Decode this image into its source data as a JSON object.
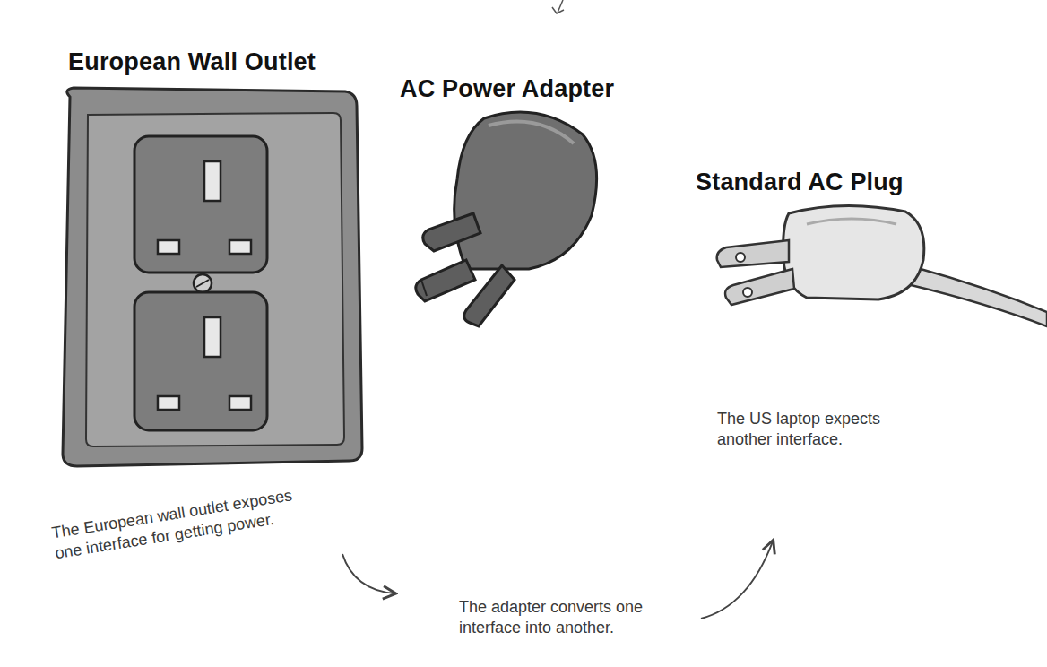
{
  "diagram": {
    "nodes": [
      {
        "text": [
          "European Wall Outlet"
        ]
      },
      {
        "text": [
          "AC Power Adapter"
        ]
      },
      {
        "text": [
          "Standard AC Plug"
        ]
      }
    ],
    "labels": [
      "The European wall outlet exposes one interface for getting power.",
      "The adapter converts one interface into another.",
      "The US laptop expects another interface."
    ]
  }
}
